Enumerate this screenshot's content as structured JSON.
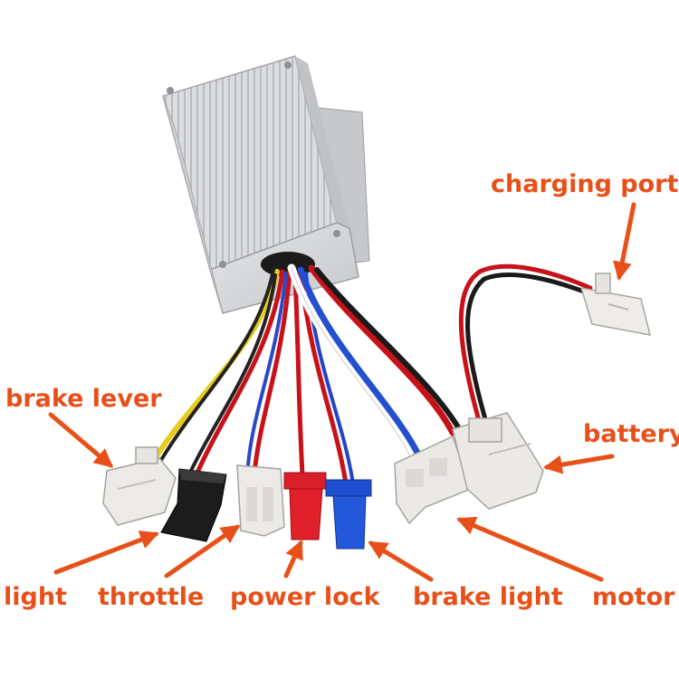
{
  "colors": {
    "label": "#e8501a",
    "background": "#ffffff",
    "aluminum": "#d9dadc",
    "red_wire": "#c8121a",
    "blue_wire": "#2244c8",
    "yellow_wire": "#e8d020",
    "connector_white": "#eceae6",
    "connector_black": "#1a1a1a",
    "connector_red": "#e0202a",
    "connector_blue": "#1d4fd0"
  },
  "labels": {
    "charging_port": "charging port",
    "brake_lever": "brake lever",
    "battery": "battery",
    "light": "light",
    "throttle": "throttle",
    "power_lock": "power lock",
    "brake_light": "brake light",
    "motor": "motor"
  }
}
